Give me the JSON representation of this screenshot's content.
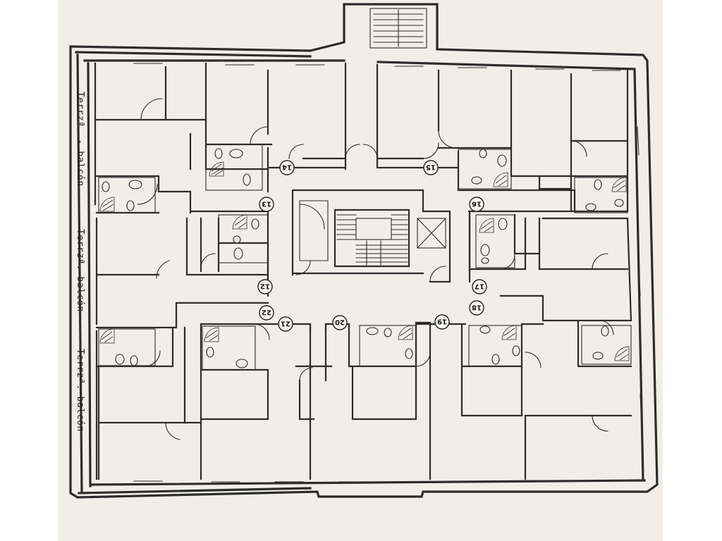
{
  "units": [
    {
      "label": "14"
    },
    {
      "label": "15"
    },
    {
      "label": "13"
    },
    {
      "label": "16"
    },
    {
      "label": "12"
    },
    {
      "label": "17"
    },
    {
      "label": "22"
    },
    {
      "label": "18"
    },
    {
      "label": "21"
    },
    {
      "label": "20"
    },
    {
      "label": "19"
    }
  ],
  "terrace_labels": [
    "Terrzª. - balcón",
    "Terrzª.-balcón",
    "Terrzª.-balcón"
  ]
}
